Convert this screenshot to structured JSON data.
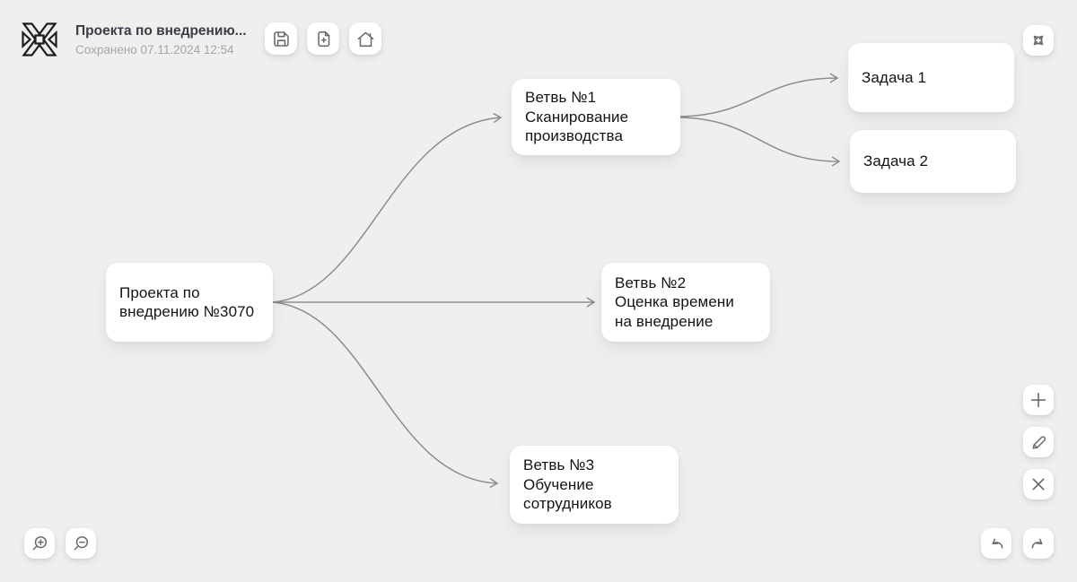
{
  "header": {
    "title": "Проекта по внедрению...",
    "saved": "Сохранено 07.11.2024 12:54",
    "logo_icon": "pinwheel-logo",
    "toolbar_icons": [
      "save-icon",
      "new-file-icon",
      "home-icon"
    ],
    "fullscreen_icon": "fullscreen-icon"
  },
  "mindmap": {
    "root": {
      "text": "Проекта по\nвнедрению №3070"
    },
    "branch1": {
      "text": "Ветвь №1\nСканирование\nпроизводства"
    },
    "branch2": {
      "text": "Ветвь №2\nОценка времени\nна внедрение"
    },
    "branch3": {
      "text": "Ветвь №3\nОбучение\nсотрудников"
    },
    "task1": {
      "text": "Задача 1"
    },
    "task2": {
      "text": "Задача 2"
    },
    "edges": [
      {
        "from": "root",
        "to": "branch1"
      },
      {
        "from": "root",
        "to": "branch2"
      },
      {
        "from": "root",
        "to": "branch3"
      },
      {
        "from": "branch1",
        "to": "task1"
      },
      {
        "from": "bran1",
        "to": "task2"
      }
    ]
  },
  "controls": {
    "zoom_in_icon": "zoom-in-icon",
    "zoom_out_icon": "zoom-out-icon",
    "add_node_icon": "plus-icon",
    "edit_icon": "pencil-icon",
    "delete_icon": "close-icon",
    "undo_icon": "undo-icon",
    "redo_icon": "redo-icon"
  },
  "colors": {
    "background": "#f0efed",
    "card": "#ffffff",
    "edge": "#8d8d8d",
    "icon": "#6b6b6b",
    "title_text": "#3b3c48",
    "muted_text": "#a6a6a6",
    "node_text": "#141414",
    "logo": "#1c1c1c"
  }
}
